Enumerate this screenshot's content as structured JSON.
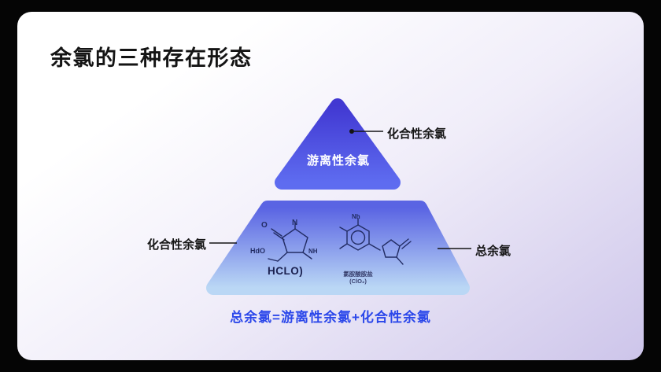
{
  "title": "余氯的三种存在形态",
  "pyramid": {
    "top_label": "游离性余氯",
    "top_callout": "化合性余氯",
    "left_callout": "化合性余氯",
    "right_callout": "总余氯",
    "formula": "总余氯=游离性余氯+化合性余氯"
  },
  "chemistry": {
    "left_small_text": "HdO",
    "left_formula": "HCLO)",
    "left_atom_o": "O",
    "left_atom_n": "N",
    "left_atom_nh": "NH",
    "right_atom_nh": "Nh",
    "right_caption": "氯胺酸胺盐",
    "right_caption_formula": "(ClO₂)"
  },
  "colors": {
    "background": "#050505",
    "card_top": "#ffffff",
    "card_bottom": "#cdc5ea",
    "triangle_top": "#4138d2",
    "triangle_bottom": "#5e6cf0",
    "trapezoid_top": "#5a64e3",
    "trapezoid_bottom": "#bad7f5",
    "connector": "#141414",
    "chem_stroke": "#222c63",
    "formula_text": "#2b47ea"
  }
}
